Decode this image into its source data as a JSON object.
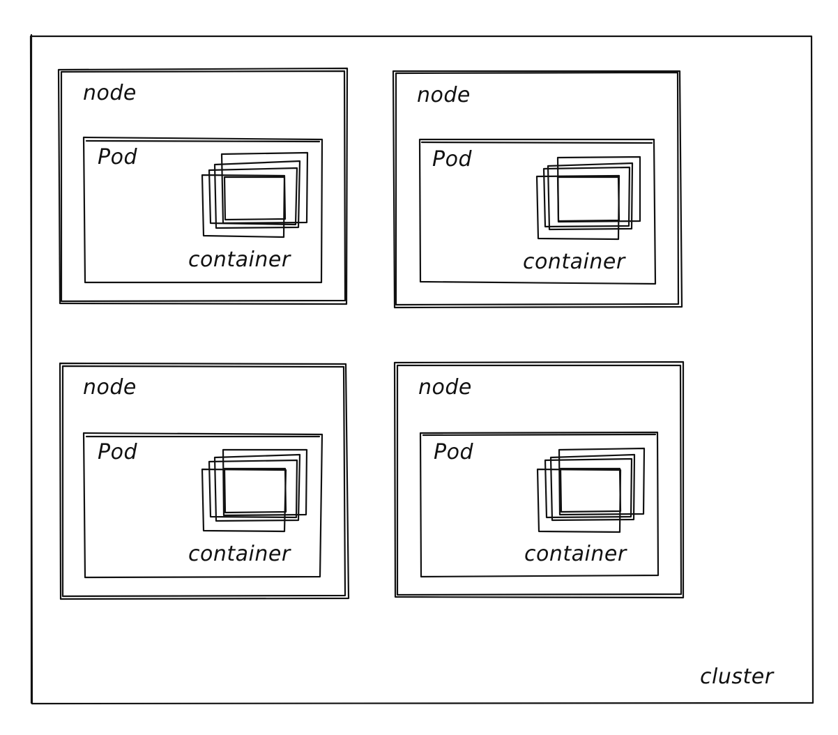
{
  "diagram": {
    "cluster_label": "cluster",
    "nodes": [
      {
        "label": "node",
        "pod": {
          "label": "Pod",
          "container_label": "container"
        }
      },
      {
        "label": "node",
        "pod": {
          "label": "Pod",
          "container_label": "container"
        }
      },
      {
        "label": "node",
        "pod": {
          "label": "Pod",
          "container_label": "container"
        }
      },
      {
        "label": "node",
        "pod": {
          "label": "Pod",
          "container_label": "container"
        }
      }
    ]
  }
}
